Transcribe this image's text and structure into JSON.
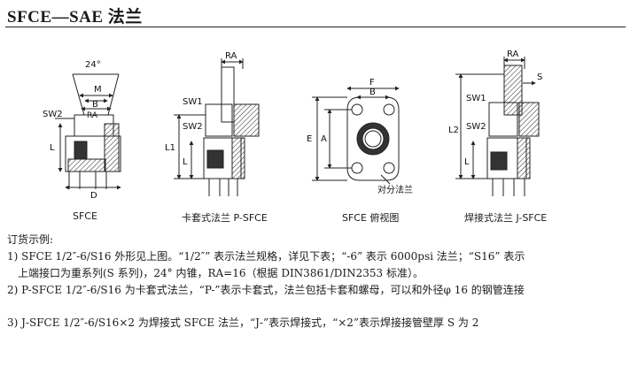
{
  "header": {
    "title": "SFCE—SAE 法兰"
  },
  "drawings": {
    "d1": {
      "labels": {
        "angle": "24°",
        "m": "M",
        "b": "B",
        "ra": "RA",
        "sw2": "SW2",
        "l": "L",
        "d": "D"
      },
      "caption": "SFCE"
    },
    "d2": {
      "labels": {
        "ra": "RA",
        "sw1": "SW1",
        "sw2": "SW2",
        "l1": "L1",
        "l": "L"
      },
      "caption": "卡套式法兰 P-SFCE"
    },
    "d3": {
      "labels": {
        "f": "F",
        "b": "B",
        "e": "E",
        "a": "A",
        "note": "对分法兰"
      },
      "caption": "SFCE 俯视图"
    },
    "d4": {
      "labels": {
        "ra": "RA",
        "s": "S",
        "sw1": "SW1",
        "sw2": "SW2",
        "l2": "L2",
        "l": "L"
      },
      "caption": "焊接式法兰 J-SFCE"
    }
  },
  "order": {
    "heading": "订货示例:",
    "line1": "1) SFCE 1/2″-6/S16   外形见上图。“1/2″” 表示法兰规格，详见下表；“-6” 表示 6000psi 法兰；“S16” 表示",
    "line1b": "上端接口为重系列(S 系列)，24° 内锥，RA=16（根据 DIN3861/DIN2353 标准）。",
    "line2": "2) P-SFCE 1/2″-6/S16   为卡套式法兰，“P-”表示卡套式，法兰包括卡套和螺母，可以和外径φ 16 的钢管连接",
    "line3": "3) J-SFCE 1/2″-6/S16×2  为焊接式 SFCE 法兰，“J-”表示焊接式，“×2”表示焊接接管壁厚 S 为 2"
  }
}
